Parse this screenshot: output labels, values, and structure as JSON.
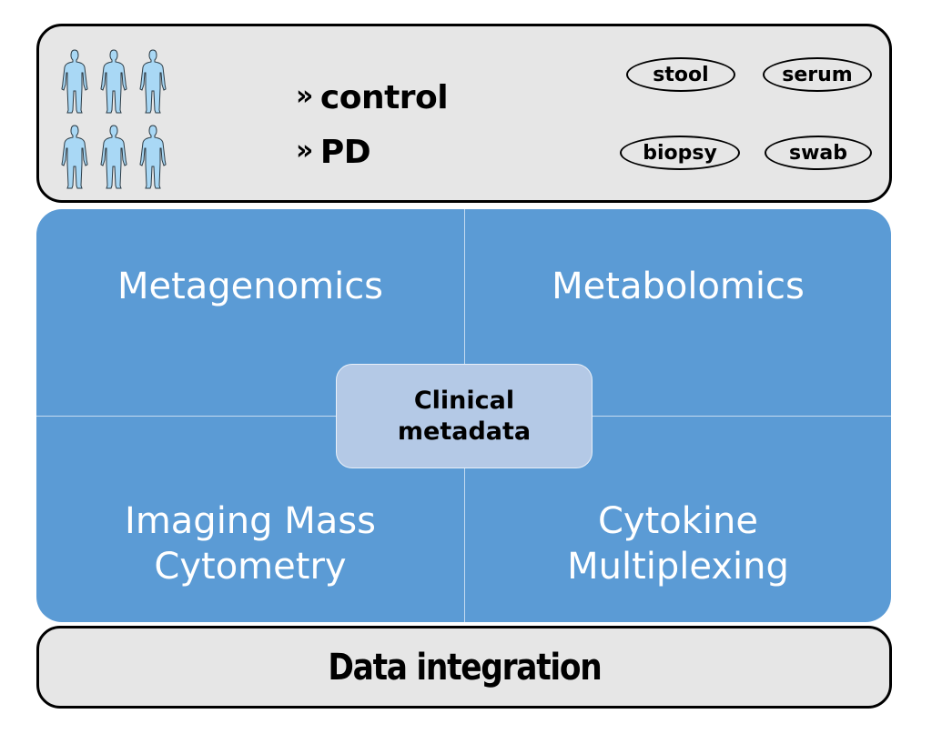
{
  "cohort": {
    "icon": "human-figure-icon",
    "figure_count": 6,
    "groups": [
      {
        "marker": "»",
        "label": "control"
      },
      {
        "marker": "»",
        "label": "PD"
      }
    ],
    "samples": [
      "stool",
      "serum",
      "biopsy",
      "swab"
    ]
  },
  "omics": {
    "quadrants": [
      {
        "line1": "Metagenomics",
        "line2": ""
      },
      {
        "line1": "Metabolomics",
        "line2": ""
      },
      {
        "line1": "Imaging Mass",
        "line2": "Cytometry"
      },
      {
        "line1": "Cytokine",
        "line2": "Multiplexing"
      }
    ],
    "center": {
      "line1": "Clinical",
      "line2": "metadata"
    }
  },
  "integration": {
    "label": "Data integration"
  },
  "colors": {
    "panel_blue": "#5b9bd5",
    "center_box": "#b4c9e6",
    "grey_box": "#e6e6e6",
    "figure_fill": "#a9d8f5"
  }
}
